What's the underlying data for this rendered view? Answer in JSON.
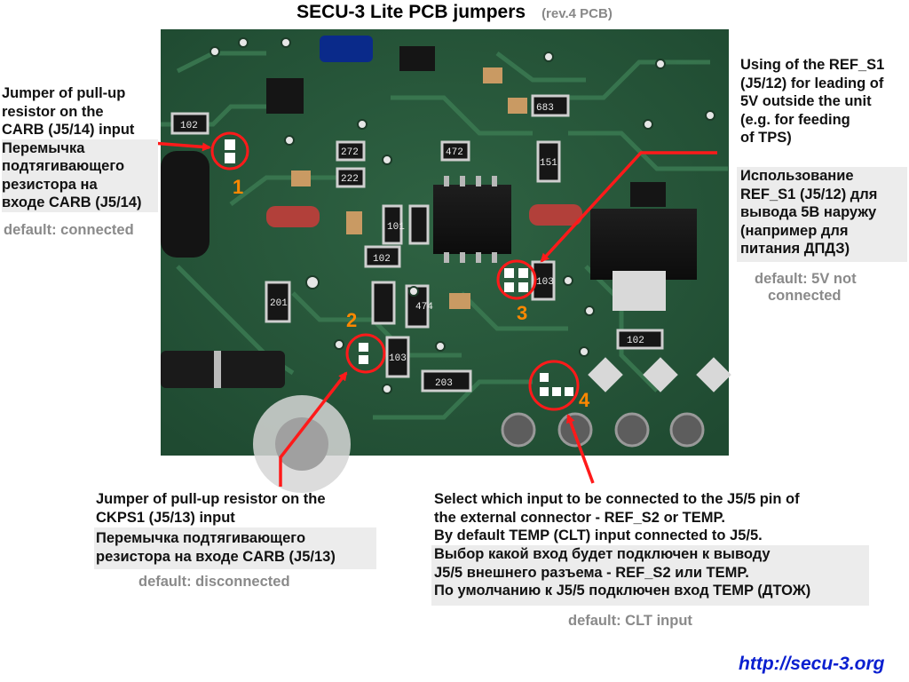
{
  "title": "SECU-3 Lite PCB jumpers",
  "revision": "(rev.4 PCB)",
  "jumpers": [
    {
      "number": "1",
      "en": [
        "Jumper of pull-up",
        "resistor on the",
        "CARB (J5/14) input"
      ],
      "ru": [
        "Перемычка",
        "подтягивающего",
        "резистора на",
        "входе CARB (J5/14)"
      ],
      "default": "default: connected"
    },
    {
      "number": "2",
      "en": [
        "Jumper of pull-up resistor on the",
        "CKPS1 (J5/13) input"
      ],
      "ru": [
        "Перемычка подтягивающего",
        "резистора на входе CARB (J5/13)"
      ],
      "default": "default: disconnected"
    },
    {
      "number": "3",
      "en": [
        "Using of the REF_S1",
        "(J5/12) for leading of",
        "5V outside the unit",
        "(e.g. for feeding",
        "of TPS)"
      ],
      "ru": [
        "Использование",
        "REF_S1 (J5/12) для",
        "вывода 5В наружу",
        "(например для",
        "питания ДПДЗ)"
      ],
      "default": [
        "default:  5V not",
        "connected"
      ]
    },
    {
      "number": "4",
      "en": [
        "Select which input to be connected to the J5/5 pin of",
        "the external connector - REF_S2 or TEMP.",
        "By default TEMP (CLT) input connected to J5/5."
      ],
      "ru": [
        "Выбор какой вход будет подключен к выводу",
        "J5/5 внешнего разъема - REF_S2 или TEMP.",
        "По умолчанию к J5/5 подключен вход TEMP (ДТОЖ)"
      ],
      "default": "default: CLT input"
    }
  ],
  "pcb_labels": [
    "102",
    "474",
    "272",
    "222",
    "101",
    "201",
    "203",
    "103",
    "683",
    "151",
    "472"
  ],
  "url": "http://secu-3.org",
  "colors": {
    "arrow": "#ff1a1a",
    "number": "#ff8800",
    "pcb": "#27553a",
    "link": "#0a1fd0",
    "muted": "#8a8a8a"
  }
}
